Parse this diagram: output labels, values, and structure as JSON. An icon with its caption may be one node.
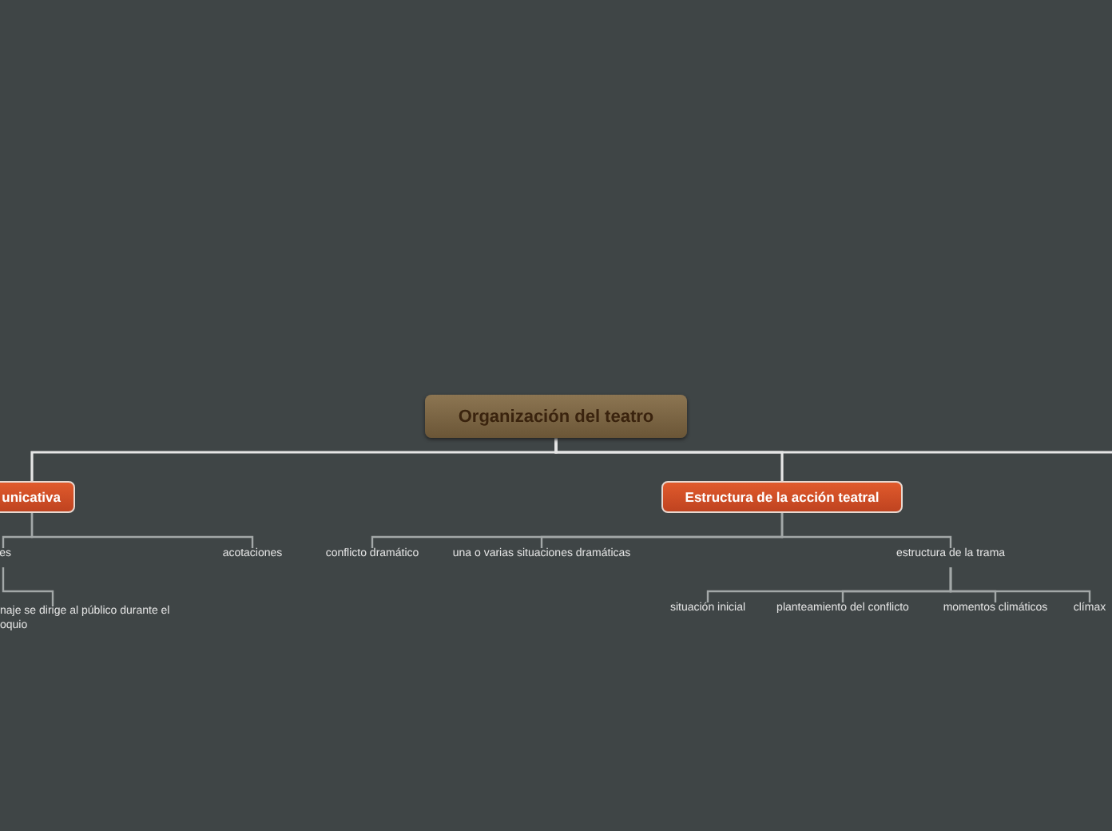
{
  "diagram": {
    "nodes": [
      {
        "text": [
          "Organización del teatro"
        ]
      },
      {
        "text": [
          "unicativa"
        ]
      },
      {
        "text": [
          "Estructura de la acción teatral"
        ]
      },
      {
        "text": [
          "es"
        ]
      },
      {
        "text": [
          "acotaciones"
        ]
      },
      {
        "text": [
          "naje se dirige al público durante el oquio"
        ]
      },
      {
        "text": [
          "conflicto dramático"
        ]
      },
      {
        "text": [
          "una o varias situaciones dramáticas"
        ]
      },
      {
        "text": [
          "estructura de la trama"
        ]
      },
      {
        "text": [
          "situación inicial"
        ]
      },
      {
        "text": [
          "planteamiento del conflicto"
        ]
      },
      {
        "text": [
          "momentos climáticos"
        ]
      },
      {
        "text": [
          "clímax"
        ]
      }
    ],
    "edges": [
      {
        "from": 0,
        "to": 1,
        "arrow": "none",
        "color": "#e6e6e6"
      },
      {
        "from": 0,
        "to": 2,
        "arrow": "none",
        "color": "#e6e6e6"
      },
      {
        "from": 0,
        "to": null,
        "arrow": "none",
        "color": "#e6e6e6"
      },
      {
        "from": 1,
        "to": 3,
        "arrow": "none"
      },
      {
        "from": 1,
        "to": 4,
        "arrow": "none"
      },
      {
        "from": 3,
        "to": 5,
        "arrow": "none"
      },
      {
        "from": 2,
        "to": 6,
        "arrow": "none"
      },
      {
        "from": 2,
        "to": 7,
        "arrow": "none"
      },
      {
        "from": 2,
        "to": 8,
        "arrow": "none"
      },
      {
        "from": 8,
        "to": 9,
        "arrow": "none"
      },
      {
        "from": 8,
        "to": 10,
        "arrow": "none"
      },
      {
        "from": 8,
        "to": 11,
        "arrow": "none"
      },
      {
        "from": 8,
        "to": 12,
        "arrow": "none"
      }
    ]
  }
}
